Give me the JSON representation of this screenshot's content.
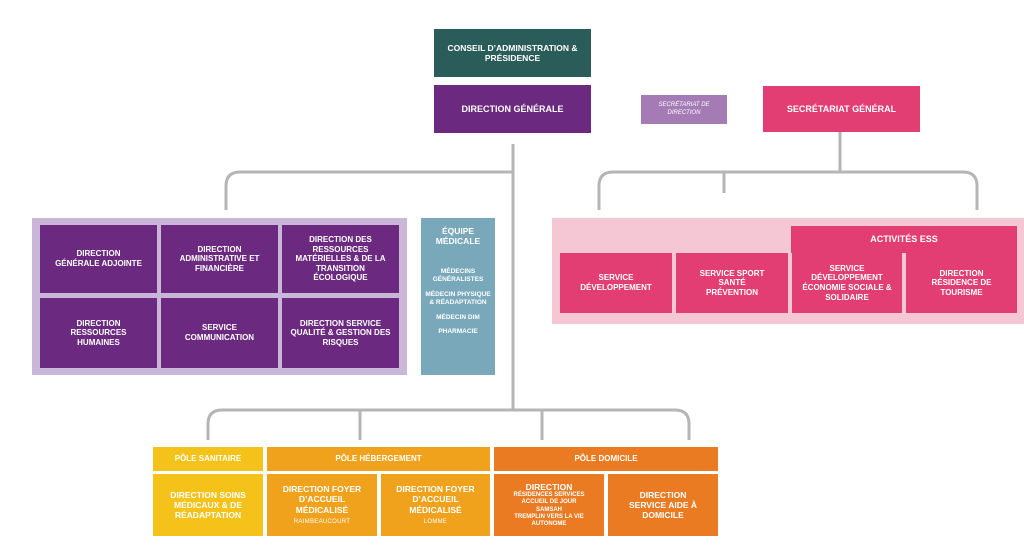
{
  "top": {
    "conseil": "CONSEIL D’ADMINISTRATION & PRÉSIDENCE",
    "direction_generale": "DIRECTION GÉNÉRALE",
    "secretariat_direction": "SECRÉTARIAT DE DIRECTION",
    "secretariat_general": "SECRÉTARIAT GÉNÉRAL"
  },
  "left_group": [
    "DIRECTION GÉNÉRALE ADJOINTE",
    "DIRECTION ADMINISTRATIVE ET FINANCIÈRE",
    "DIRECTION DES RESSOURCES MATÉRIELLES & DE LA TRANSITION ÉCOLOGIQUE",
    "DIRECTION RESSOURCES HUMAINES",
    "SERVICE COMMUNICATION",
    "DIRECTION SERVICE QUALITÉ & GESTION DES RISQUES"
  ],
  "equipe": {
    "title": "ÉQUIPE MÉDICALE",
    "items": [
      "MÉDECINS GÉNÉRALISTES",
      "MÉDECIN PHYSIQUE & RÉADAPTATION",
      "MÉDECIN DIM",
      "PHARMACIE"
    ]
  },
  "right_group": {
    "activites": "ACTIVITÉS ESS",
    "items": [
      "SERVICE DÉVELOPPEMENT",
      "SERVICE SPORT SANTÉ PRÉVENTION",
      "SERVICE DÉVELOPPEMENT ÉCONOMIE SOCIALE & SOLIDAIRE",
      "DIRECTION RÉSIDENCE DE TOURISME"
    ]
  },
  "poles": {
    "sanitaire": {
      "header": "PÔLE SANITAIRE",
      "box": "DIRECTION SOINS MÉDICAUX & DE RÉADAPTATION"
    },
    "hebergement": {
      "header": "PÔLE HÉBERGEMENT",
      "box1": "DIRECTION FOYER D’ACCUEIL MÉDICALISÉ",
      "box1_sub": "RAIMBEAUCOURT",
      "box2": "DIRECTION FOYER D’ACCUEIL MÉDICALISÉ",
      "box2_sub": "LOMME"
    },
    "domicile": {
      "header": "PÔLE DOMICILE",
      "box1": "DIRECTION",
      "box1_lines": [
        "RÉSIDENCES SERVICES",
        "ACCUEIL DE JOUR",
        "SAMSAH",
        "TREMPLIN VERS LA VIE",
        "AUTONOME"
      ],
      "box2": "DIRECTION SERVICE AIDE À DOMICILE"
    }
  },
  "colors": {
    "teal": "#2a5c5a",
    "purple": "#6b2a7f",
    "lilac": "#a57bb6",
    "pink": "#e23e74",
    "light_pink": "#f5c6d4",
    "light_purple": "#c9b6d8",
    "steel_blue": "#7aa8bb",
    "yellow": "#f5c21a",
    "orange": "#f0a21c",
    "dark_orange": "#ea7b22",
    "connector": "#b5b5b5"
  }
}
